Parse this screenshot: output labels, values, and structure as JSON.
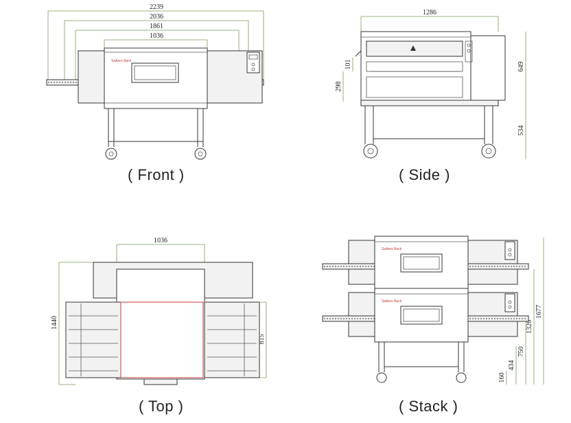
{
  "views": {
    "front": {
      "caption": "( Front )",
      "dims": [
        "2239",
        "2036",
        "1861",
        "1036"
      ],
      "logo": "SaAero Back"
    },
    "side": {
      "caption": "( Side )",
      "dims": [
        "1286",
        "101",
        "298",
        "649",
        "534"
      ]
    },
    "top": {
      "caption": "( Top )",
      "dims": [
        "1036",
        "1440",
        "815"
      ]
    },
    "stack": {
      "caption": "( Stack )",
      "dims": [
        "1677",
        "1326",
        "750",
        "434",
        "160"
      ],
      "logo": "SaAero Back"
    }
  }
}
